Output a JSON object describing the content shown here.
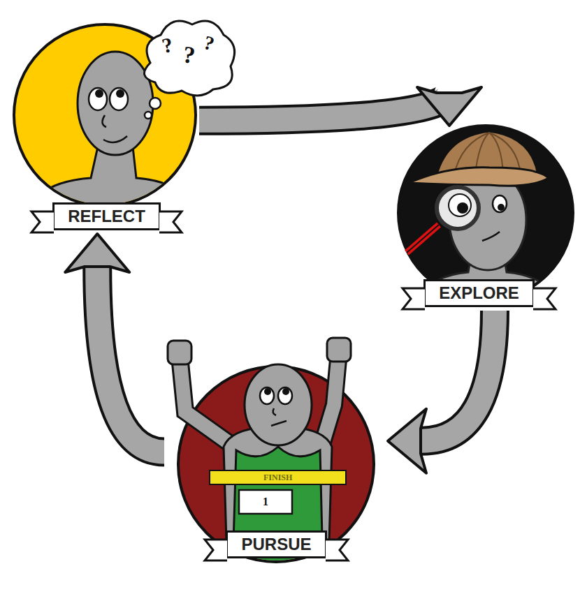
{
  "diagram": {
    "nodes": [
      {
        "text": [
          "REFLECT"
        ]
      },
      {
        "text": [
          "EXPLORE"
        ]
      },
      {
        "text": [
          "PURSUE"
        ]
      }
    ],
    "edges": [
      {
        "from": 0,
        "to": 1,
        "arrow": "to"
      },
      {
        "from": 1,
        "to": 2,
        "arrow": "to"
      },
      {
        "from": 2,
        "to": 0,
        "arrow": "to"
      }
    ],
    "labels": [
      "?",
      "?",
      "?",
      "FINISH",
      "1"
    ]
  }
}
